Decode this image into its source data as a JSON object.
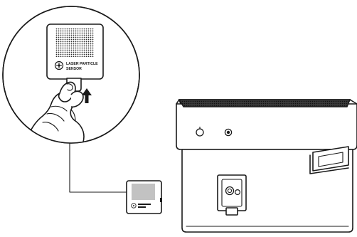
{
  "sensor": {
    "label_line1": "LASER PARTICLE",
    "label_line2": "SENSOR"
  },
  "icons": {
    "callout": "magnified-detail-circle",
    "sensor_mark": "sensor-badge-icon",
    "direction": "arrow-up-icon",
    "power": "power-button-icon",
    "indicator": "indicator-light-icon"
  }
}
